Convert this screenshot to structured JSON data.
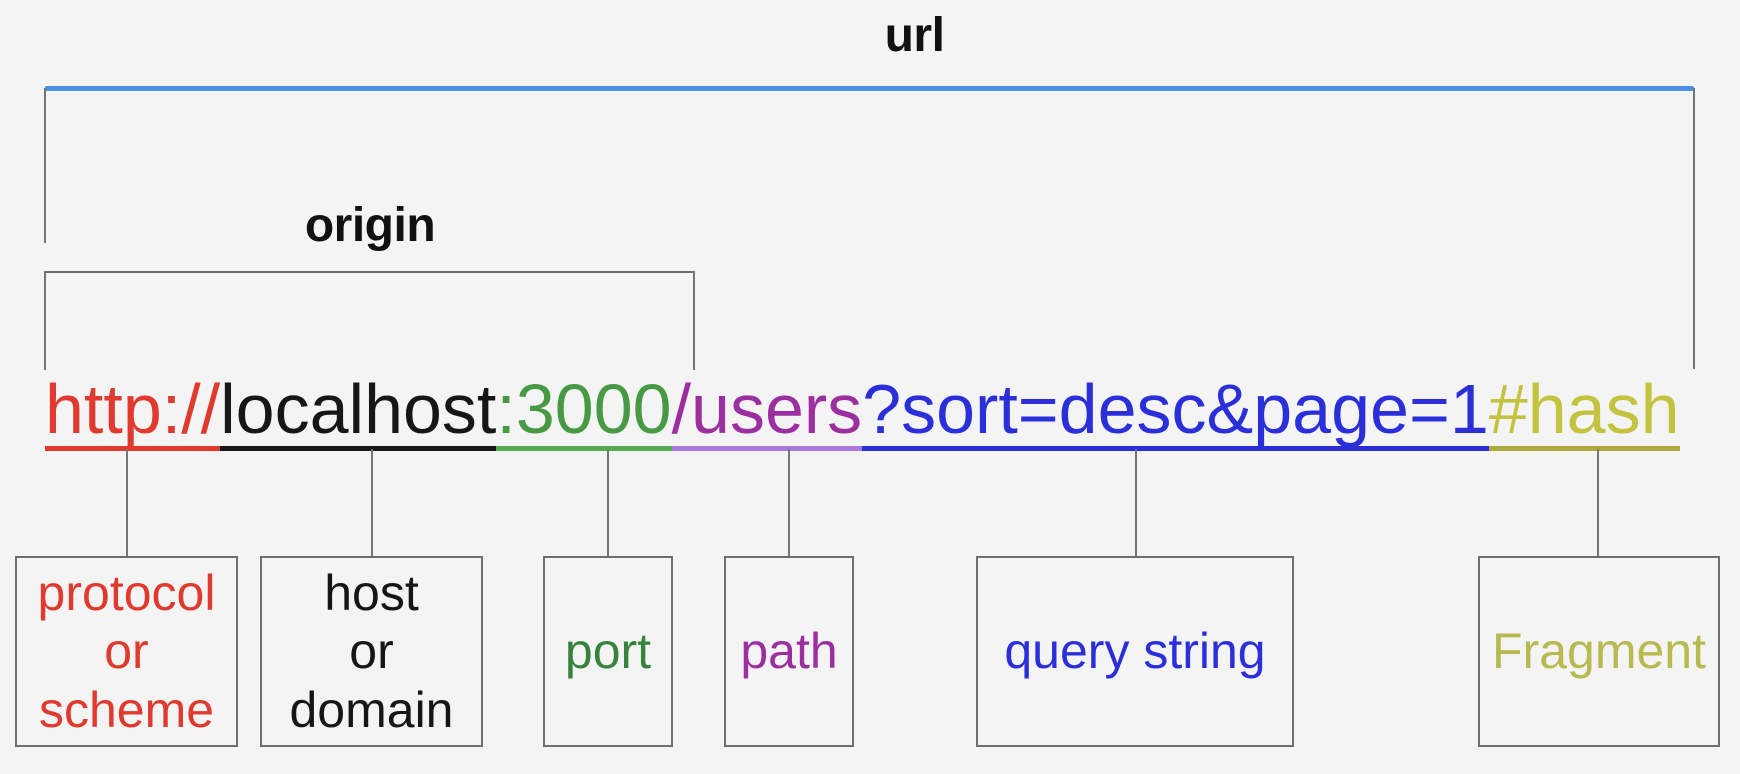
{
  "diagram": {
    "title": "url",
    "origin_label": "origin",
    "url_parts": [
      {
        "name": "protocol",
        "text": "http://",
        "color": "#e0392e",
        "underline_color": "#e0392e"
      },
      {
        "name": "host",
        "text": "localhost",
        "color": "#161616",
        "underline_color": "#161616"
      },
      {
        "name": "port",
        "text": ":3000",
        "color": "#479a43",
        "underline_color": "#56a94e"
      },
      {
        "name": "path",
        "text": "/users",
        "color": "#9b2fa0",
        "underline_color": "#a87ae0"
      },
      {
        "name": "query",
        "text": "?sort=desc&page=1",
        "color": "#2b2fd9",
        "underline_color": "#2b2fd9"
      },
      {
        "name": "fragment",
        "text": "#hash",
        "color": "#c3c33f",
        "underline_color": "#b1a93b"
      }
    ],
    "boxes": [
      {
        "name": "protocol",
        "label": "protocol\nor\nscheme",
        "color": "#e0392e"
      },
      {
        "name": "host",
        "label": "host\nor\ndomain",
        "color": "#161616"
      },
      {
        "name": "port",
        "label": "port",
        "color": "#37833b"
      },
      {
        "name": "path",
        "label": "path",
        "color": "#9b2fa0"
      },
      {
        "name": "query",
        "label": "query string",
        "color": "#2b2fd9"
      },
      {
        "name": "fragment",
        "label": "Fragment",
        "color": "#b9b952"
      }
    ],
    "colors": {
      "background": "#f4f4f5",
      "bracket_blue": "#4a8fe8",
      "line_gray": "#757575",
      "box_border": "#6e6e6e",
      "title_text": "#111111"
    }
  }
}
